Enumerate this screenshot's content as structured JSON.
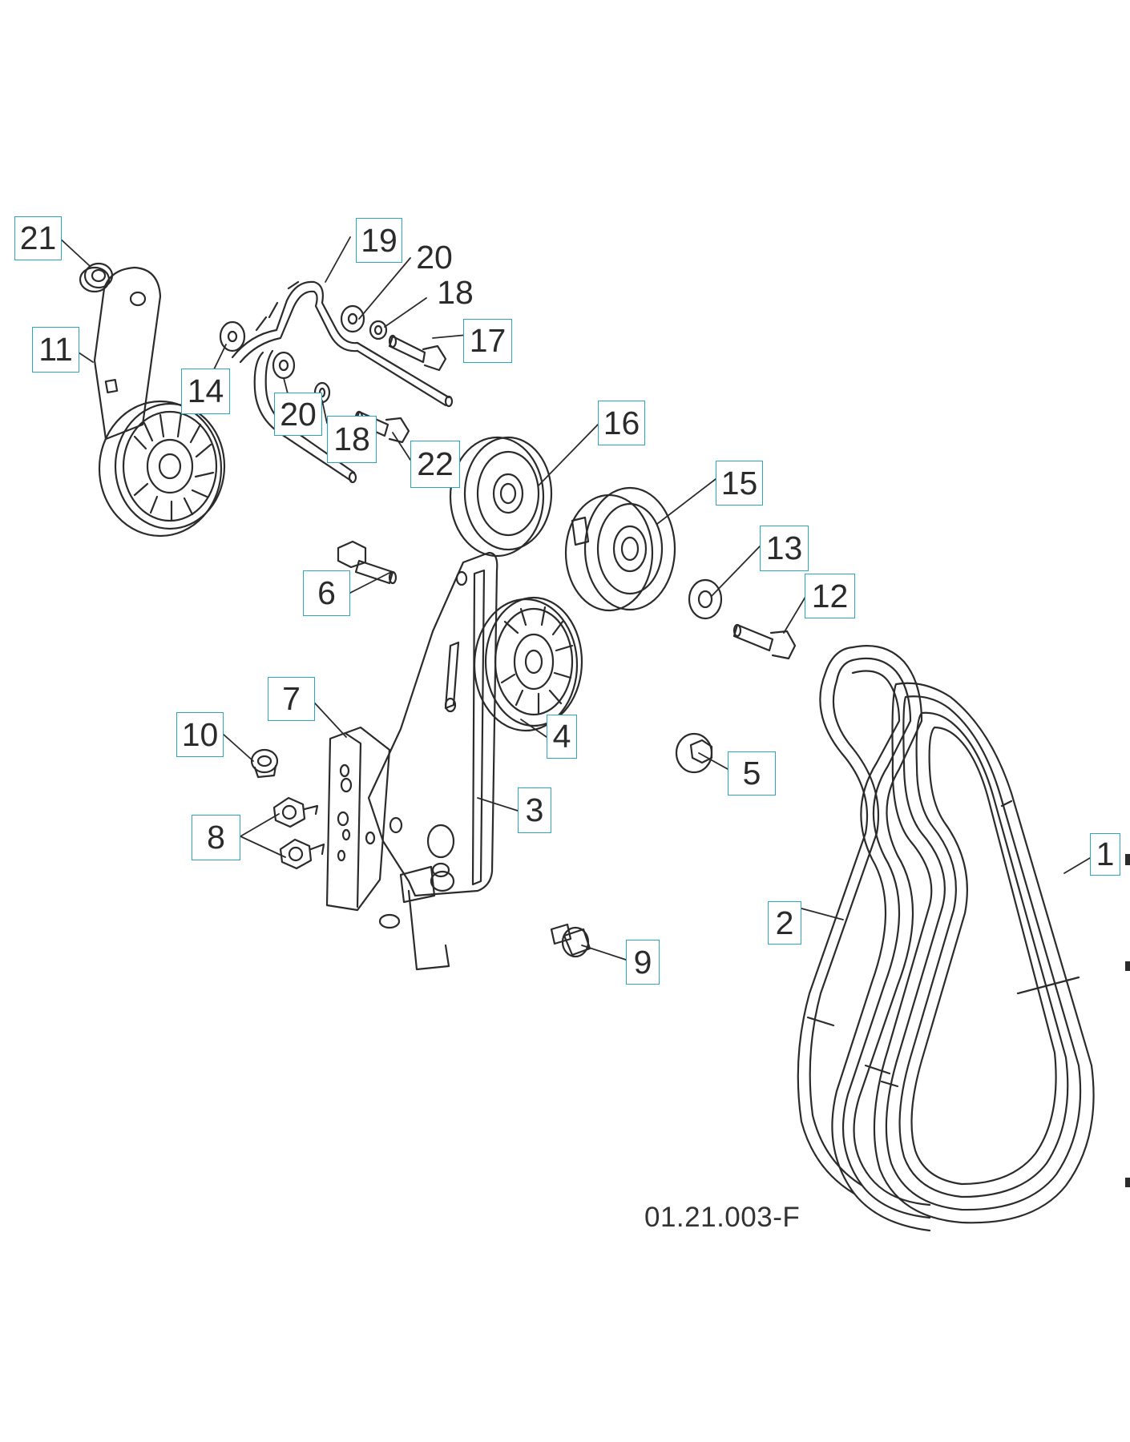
{
  "figure_ref": "01.21.003-F",
  "callouts": [
    {
      "num": "1",
      "boxed": true
    },
    {
      "num": "2",
      "boxed": true
    },
    {
      "num": "3",
      "boxed": true
    },
    {
      "num": "4",
      "boxed": true
    },
    {
      "num": "5",
      "boxed": true
    },
    {
      "num": "6",
      "boxed": true
    },
    {
      "num": "7",
      "boxed": true
    },
    {
      "num": "8",
      "boxed": true
    },
    {
      "num": "9",
      "boxed": true
    },
    {
      "num": "10",
      "boxed": true
    },
    {
      "num": "11",
      "boxed": true
    },
    {
      "num": "12",
      "boxed": true
    },
    {
      "num": "13",
      "boxed": true
    },
    {
      "num": "14",
      "boxed": true
    },
    {
      "num": "15",
      "boxed": true
    },
    {
      "num": "16",
      "boxed": true
    },
    {
      "num": "17",
      "boxed": true
    },
    {
      "num": "18",
      "boxed": false
    },
    {
      "num": "18",
      "boxed": true
    },
    {
      "num": "19",
      "boxed": true
    },
    {
      "num": "20",
      "boxed": false
    },
    {
      "num": "20",
      "boxed": true
    },
    {
      "num": "21",
      "boxed": true
    },
    {
      "num": "22",
      "boxed": true
    }
  ],
  "colors": {
    "callout_border": "#2aa7c0",
    "line_art": "#2b2b2b",
    "background": "#ffffff"
  }
}
